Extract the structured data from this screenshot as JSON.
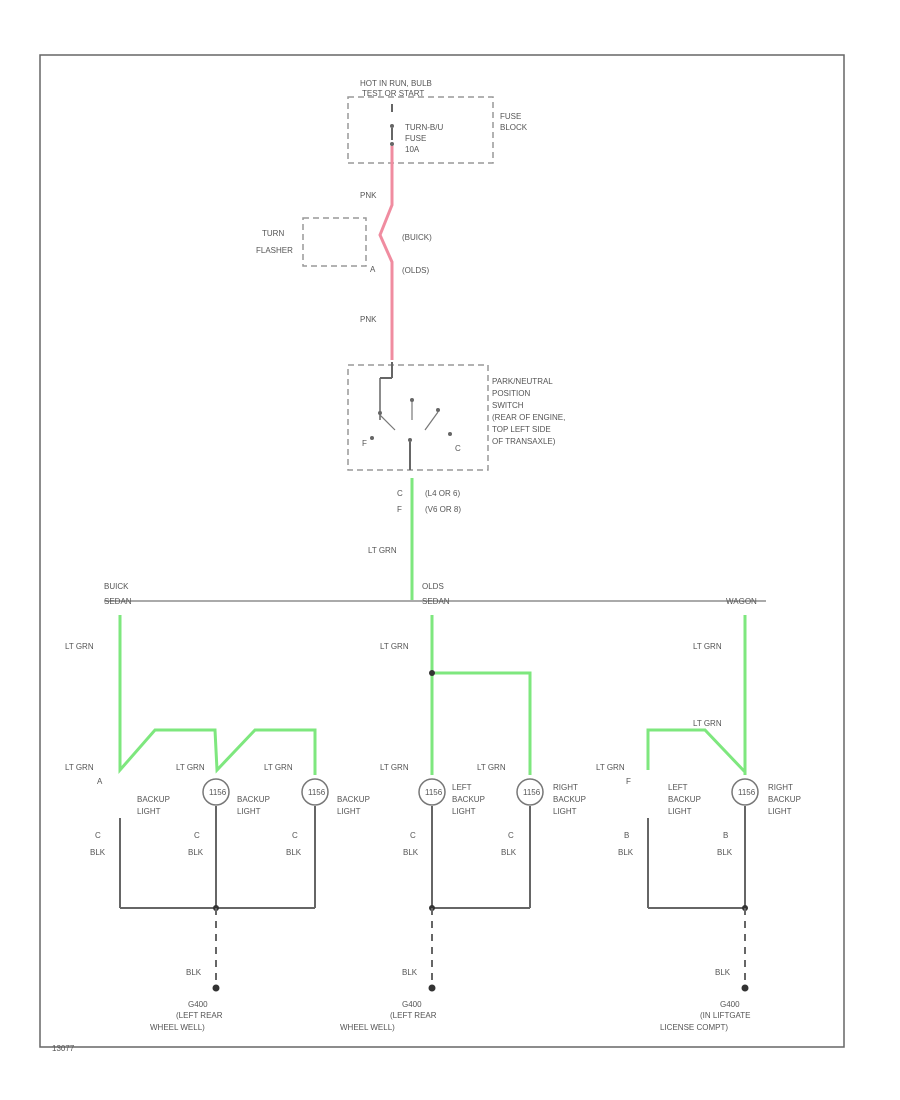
{
  "fuse": {
    "supply_line1": "HOT IN RUN, BULB",
    "supply_line2": "TEST OR START",
    "fuse_name": "TURN-B/U",
    "fuse_word": "FUSE",
    "fuse_amps": "10A",
    "block_line1": "FUSE",
    "block_line2": "BLOCK"
  },
  "flasher": {
    "line1": "TURN",
    "line2": "FLASHER",
    "pin_upper": "(BUICK)",
    "pin_lower": "(OLDS)"
  },
  "wires": {
    "pnk_upper": "PNK",
    "pnk_lower": "PNK",
    "lt_grn_main": "LT GRN",
    "blk": "BLK",
    "lt_grn": "LT GRN"
  },
  "switch": {
    "line1": "PARK/NEUTRAL",
    "line2": "POSITION",
    "line3": "SWITCH",
    "line4": "(REAR OF ENGINE,",
    "line5": "TOP LEFT SIDE",
    "line6": "OF TRANSAXLE)",
    "pin_c": "C",
    "pin_f": "F",
    "conn_c": "(L4 OR 6)",
    "conn_f": "(V6 OR 8)"
  },
  "bus": {
    "buick_line1": "BUICK",
    "buick_line2": "SEDAN",
    "olds_line1": "OLDS",
    "olds_line2": "SEDAN",
    "wagon": "WAGON"
  },
  "lamps": {
    "backup_light_1": "BACKUP",
    "backup_light_2": "LIGHT",
    "left_1": "LEFT",
    "right_1": "RIGHT",
    "pin_a": "A",
    "pin_c": "C",
    "pin_f": "F",
    "pin_b": "B",
    "bulb_code": "1156"
  },
  "grounds": {
    "g1_line1": "G400",
    "g1_line2": "(LEFT REAR",
    "g1_line3": "WHEEL WELL)",
    "g2_line1": "G400",
    "g2_line2": "(LEFT REAR",
    "g2_line3": "WHEEL WELL)",
    "g3_line1": "G400",
    "g3_line2": "(IN LIFTGATE",
    "g3_line3": "LICENSE COMPT)"
  },
  "footer": {
    "code": "13077"
  }
}
